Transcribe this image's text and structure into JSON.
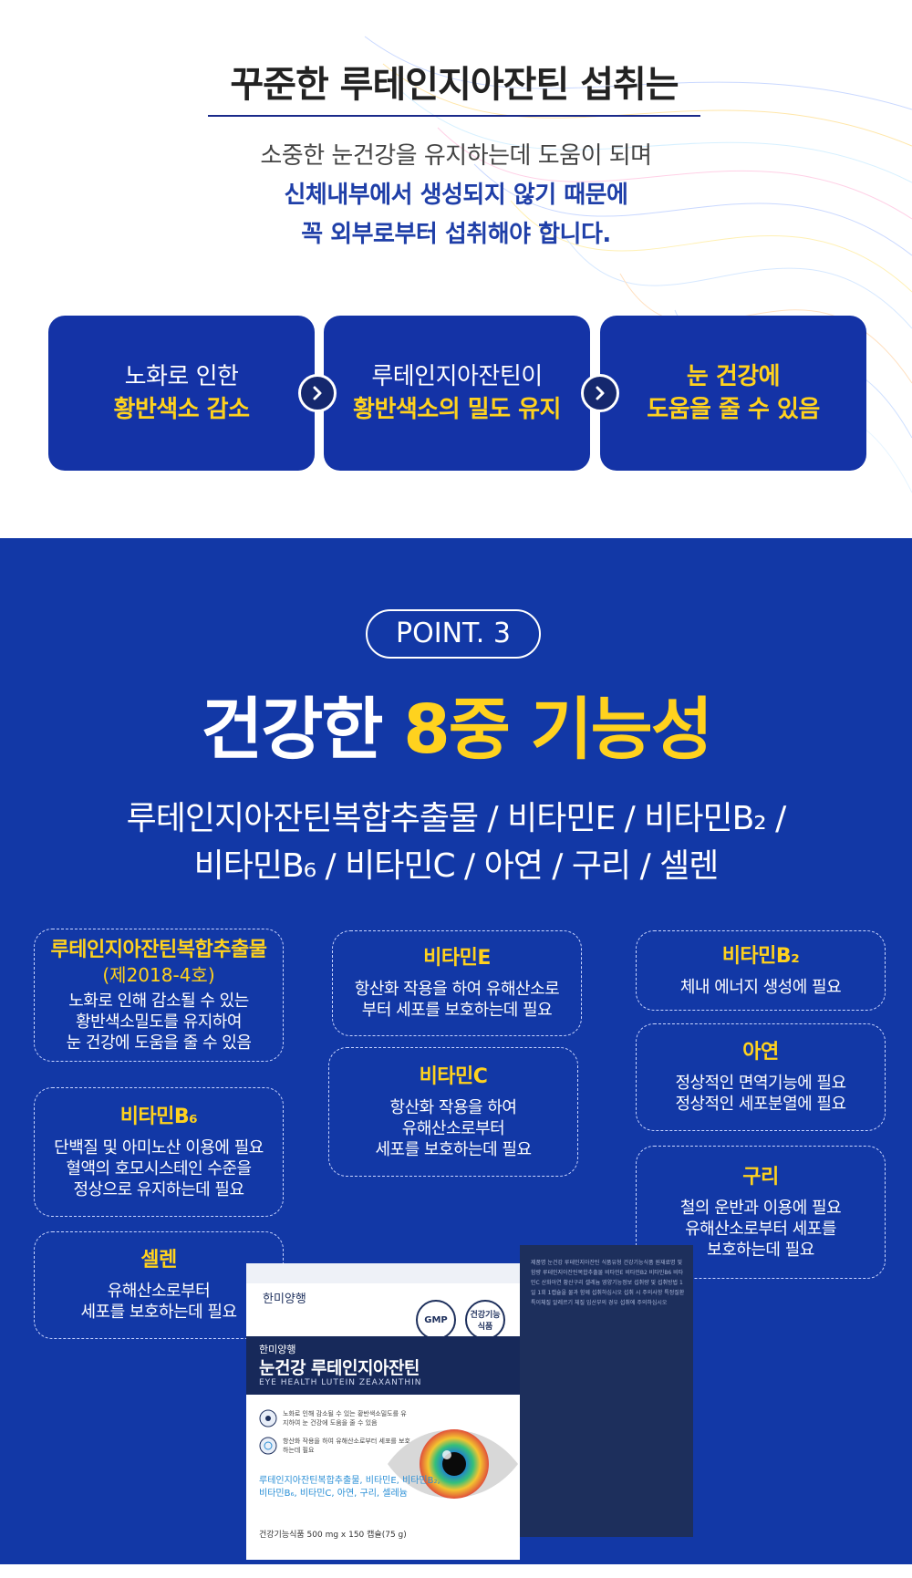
{
  "intro": {
    "title": "꾸준한 루테인지아잔틴 섭취는",
    "line1": "소중한 눈건강을 유지하는데 도움이 되며",
    "line2": "신체내부에서 생성되지 않기 때문에",
    "line3": "꼭 외부로부터 섭취해야 합니다."
  },
  "steps": [
    {
      "line1": "노화로 인한",
      "line2": "황반색소 감소"
    },
    {
      "line1": "루테인지아잔틴이",
      "line2": "황반색소의 밀도 유지"
    },
    {
      "line1": "눈 건강에",
      "line2": "도움을 줄 수 있음"
    }
  ],
  "point": {
    "label": "POINT. 3",
    "headline_white": "건강한",
    "headline_yellow": "8중 기능성",
    "ingredients_line1": "루테인지아잔틴복합추출물 / 비타민E / 비타민B₂ /",
    "ingredients_line2": "비타민B₆ / 비타민C / 아연 / 구리 / 셀렌"
  },
  "cards": [
    {
      "title": "루테인지아잔틴복합추출물",
      "subtitle": "(제2018-4호)",
      "lines": [
        "노화로 인해 감소될 수 있는",
        "황반색소밀도를 유지하여",
        "눈 건강에 도움을 줄 수 있음"
      ]
    },
    {
      "title": "비타민E",
      "lines": [
        "항산화 작용을 하여 유해산소로",
        "부터 세포를 보호하는데 필요"
      ]
    },
    {
      "title": "비타민B₂",
      "lines": [
        "체내 에너지 생성에 필요"
      ]
    },
    {
      "title": "비타민B₆",
      "lines": [
        "단백질 및 아미노산 이용에 필요",
        "혈액의 호모시스테인 수준을",
        "정상으로 유지하는데 필요"
      ]
    },
    {
      "title": "비타민C",
      "lines": [
        "항산화 작용을 하여",
        "유해산소로부터",
        "세포를 보호하는데 필요"
      ]
    },
    {
      "title": "아연",
      "lines": [
        "정상적인 면역기능에 필요",
        "정상적인 세포분열에 필요"
      ]
    },
    {
      "title": "셀렌",
      "lines": [
        "유해산소로부터",
        "세포를 보호하는데 필요"
      ]
    },
    {
      "title": "구리",
      "lines": [
        "철의 운반과 이용에 필요",
        "유해산소로부터 세포를",
        "보호하는데 필요"
      ]
    }
  ],
  "product": {
    "brand": "한미양행",
    "name_small": "한미양행",
    "name": "눈건강 루테인지아잔틴",
    "name_en": "EYE HEALTH LUTEIN ZEAXANTHIN",
    "badge_gmp": "GMP",
    "badge_health": "건강기능식품",
    "feature1": "노화로 인해 감소될 수 있는 황반색소밀도를 유지하여 눈 건강에 도움을 줄 수 있음",
    "feature2": "항산화 작용을 하여 유해산소로부터 세포를 보호하는데 필요",
    "ingredients": "루테인지아잔틴복합추출물, 비타민E, 비타민B₂, 비타민B₆, 비타민C, 아연, 구리, 셀레늄",
    "spec": "건강기능식품 500 mg x 150 캡슐(75 g)",
    "side_text": "제품명 눈건강 루테인지아잔틴 식품유형 건강기능식품 원재료명 및 함량 루테인지아잔틴복합추출물 비타민E 비타민B2 비타민B6 비타민C 산화아연 황산구리 셀레늄 영양기능정보 섭취량 및 섭취방법 1일 1회 1캡슐을 물과 함께 섭취하십시오 섭취 시 주의사항 특정질환 특이체질 알레르기 체질 임산부의 경우 섭취에 주의하십시오"
  },
  "colors": {
    "navy": "#1238a6",
    "card_blue": "#1433a6",
    "yellow": "#ffd21e",
    "title_blue": "#1f3fa8"
  }
}
